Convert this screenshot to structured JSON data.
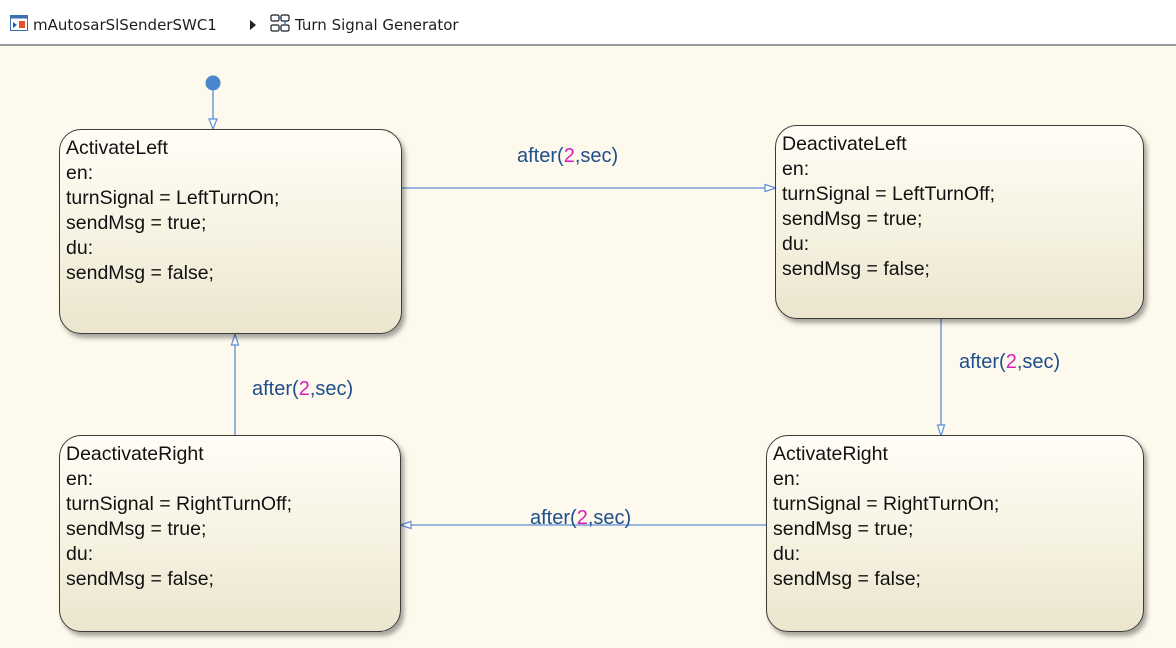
{
  "breadcrumb": {
    "model": "mAutosarSlSenderSWC1",
    "chart": "Turn Signal Generator",
    "model_icon": "simulink-model-icon",
    "separator_icon": "triangle-right-icon",
    "chart_icon": "stateflow-chart-icon"
  },
  "states": {
    "activate_left": {
      "name": "ActivateLeft",
      "lines": [
        "en:",
        "turnSignal = LeftTurnOn;",
        "sendMsg = true;",
        "du:",
        "sendMsg = false;"
      ]
    },
    "deactivate_left": {
      "name": "DeactivateLeft",
      "lines": [
        "en:",
        "turnSignal = LeftTurnOff;",
        "sendMsg = true;",
        "du:",
        "sendMsg = false;"
      ]
    },
    "activate_right": {
      "name": "ActivateRight",
      "lines": [
        "en:",
        "turnSignal = RightTurnOn;",
        "sendMsg = true;",
        "du:",
        "sendMsg = false;"
      ]
    },
    "deactivate_right": {
      "name": "DeactivateRight",
      "lines": [
        "en:",
        "turnSignal = RightTurnOff;",
        "sendMsg = true;",
        "du:",
        "sendMsg = false;"
      ]
    }
  },
  "transitions": {
    "left_to_deactivate_left": {
      "prefix": "after(",
      "num": "2",
      "suffix": ",sec)"
    },
    "deactivate_left_to_right": {
      "prefix": "after(",
      "num": "2",
      "suffix": ",sec)"
    },
    "activate_right_to_deactivate_right": {
      "prefix": "after(",
      "num": "2",
      "suffix": ",sec)"
    },
    "deactivate_right_to_left": {
      "prefix": "after(",
      "num": "2",
      "suffix": ",sec)"
    }
  },
  "colors": {
    "canvas": "#fdf9ec",
    "transition": "#5b8fd6",
    "label": "#1f4e8c",
    "label_number": "#d61fb8",
    "default_dot": "#4a86d0"
  }
}
